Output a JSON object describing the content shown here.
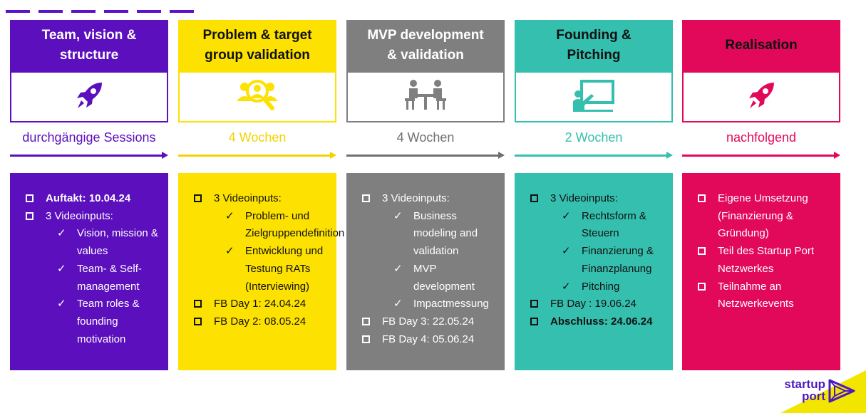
{
  "columns": [
    {
      "title_lines": [
        "Team, vision &",
        "structure"
      ],
      "icon": "rocket-icon",
      "duration": "durchgängige Sessions",
      "colors": {
        "fill": "#5b0fbd",
        "head_text": "#ffffff",
        "duration": "#5b0fbd",
        "body_text": "#ffffff"
      },
      "items": [
        {
          "level": 1,
          "marker": "box",
          "text": "Auftakt: 10.04.24",
          "bold": true
        },
        {
          "level": 1,
          "marker": "box",
          "text": "3 Videoinputs:"
        },
        {
          "level": 2,
          "marker": "check",
          "text": "Vision, mission & values"
        },
        {
          "level": 2,
          "marker": "check",
          "text": "Team- & Self-management"
        },
        {
          "level": 2,
          "marker": "check",
          "text": "Team roles & founding motivation"
        }
      ]
    },
    {
      "title_lines": [
        "Problem & target",
        "group validation"
      ],
      "icon": "user-search-icon",
      "duration": "4 Wochen",
      "colors": {
        "fill": "#fde100",
        "head_text": "#111111",
        "duration": "#f2d300",
        "body_text": "#111111"
      },
      "items": [
        {
          "level": 1,
          "marker": "box",
          "text": "3 Videoinputs:"
        },
        {
          "level": 2,
          "marker": "check",
          "text": "Problem- und Zielgruppendefinition"
        },
        {
          "level": 2,
          "marker": "check",
          "text": "Entwicklung und Testung RATs (Interviewing)"
        },
        {
          "level": 1,
          "marker": "box",
          "text": "FB Day 1: 24.04.24"
        },
        {
          "level": 1,
          "marker": "box",
          "text": "FB Day 2: 08.05.24"
        }
      ]
    },
    {
      "title_lines": [
        "MVP development",
        "& validation"
      ],
      "icon": "meeting-table-icon",
      "duration": "4 Wochen",
      "colors": {
        "fill": "#7f7f7f",
        "head_text": "#ffffff",
        "duration": "#6f6f6f",
        "body_text": "#ffffff"
      },
      "items": [
        {
          "level": 1,
          "marker": "box",
          "text": "3 Videoinputs:"
        },
        {
          "level": 2,
          "marker": "check",
          "text": "Business modeling and validation"
        },
        {
          "level": 2,
          "marker": "check",
          "text": "MVP development"
        },
        {
          "level": 2,
          "marker": "check",
          "text": "Impactmessung"
        },
        {
          "level": 1,
          "marker": "box",
          "text": "FB Day 3: 22.05.24"
        },
        {
          "level": 1,
          "marker": "box",
          "text": "FB Day 4: 05.06.24"
        }
      ]
    },
    {
      "title_lines": [
        "Founding &",
        "Pitching"
      ],
      "icon": "presentation-board-icon",
      "duration": "2 Wochen",
      "colors": {
        "fill": "#35bfae",
        "head_text": "#111111",
        "duration": "#35bfae",
        "body_text": "#111111"
      },
      "items": [
        {
          "level": 1,
          "marker": "box",
          "text": "3 Videoinputs:"
        },
        {
          "level": 2,
          "marker": "check",
          "text": "Rechtsform & Steuern"
        },
        {
          "level": 2,
          "marker": "check",
          "text": "Finanzierung & Finanzplanung"
        },
        {
          "level": 2,
          "marker": "check",
          "text": "Pitching"
        },
        {
          "level": 1,
          "marker": "box",
          "text": "FB Day : 19.06.24"
        },
        {
          "level": 1,
          "marker": "box",
          "text": "Abschluss: 24.06.24",
          "bold": true
        }
      ]
    },
    {
      "title_lines": [
        "Realisation"
      ],
      "icon": "rocket-icon",
      "duration": "nachfolgend",
      "colors": {
        "fill": "#e2085a",
        "head_text": "#111111",
        "duration": "#e2085a",
        "body_text": "#ffffff"
      },
      "items": [
        {
          "level": 1,
          "marker": "box",
          "text": "Eigene Umsetzung (Finanzierung & Gründung)"
        },
        {
          "level": 1,
          "marker": "box",
          "text": "Teil des Startup Port Netzwerkes"
        },
        {
          "level": 1,
          "marker": "box",
          "text": "Teilnahme an Netzwerkevents"
        }
      ]
    }
  ],
  "logo": {
    "line1": "startup",
    "line2": "port",
    "icon": "startup-port-logo-icon",
    "brand_color": "#4a1ac0",
    "accent_color": "#f2e600"
  }
}
